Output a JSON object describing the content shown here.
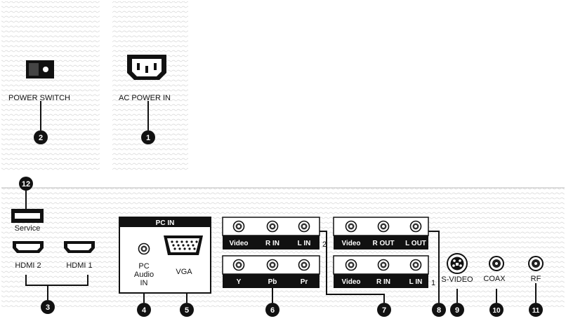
{
  "top": {
    "power_switch": {
      "label": "POWER SWITCH",
      "callout": "2"
    },
    "ac_power_in": {
      "label": "AC POWER IN",
      "callout": "1"
    }
  },
  "bottom": {
    "service": {
      "label": "Service",
      "callout": "12"
    },
    "hdmi": {
      "hdmi2_label": "HDMI 2",
      "hdmi1_label": "HDMI 1",
      "callout": "3"
    },
    "pc_in": {
      "title": "PC IN",
      "audio_label_1": "PC",
      "audio_label_2": "Audio",
      "audio_label_3": "IN",
      "vga_label": "VGA",
      "audio_callout": "4",
      "vga_callout": "5"
    },
    "component": {
      "input2_labels": [
        "Video",
        "R IN",
        "L IN"
      ],
      "input2_number": "2",
      "component_labels": [
        "Y",
        "Pb",
        "Pr"
      ],
      "callout": "6"
    },
    "av_in1": {
      "labels": [
        "Video",
        "R IN",
        "L IN"
      ],
      "number": "1",
      "callout": "7"
    },
    "av_out": {
      "labels": [
        "Video",
        "R OUT",
        "L OUT"
      ],
      "callout": "8"
    },
    "svideo": {
      "label": "S-VIDEO",
      "callout": "9"
    },
    "coax": {
      "label": "COAX",
      "callout": "10"
    },
    "rf": {
      "label": "RF",
      "callout": "11"
    }
  },
  "colors": {
    "ink": "#111111",
    "panel_line": "#bbbbbb",
    "white": "#ffffff"
  }
}
